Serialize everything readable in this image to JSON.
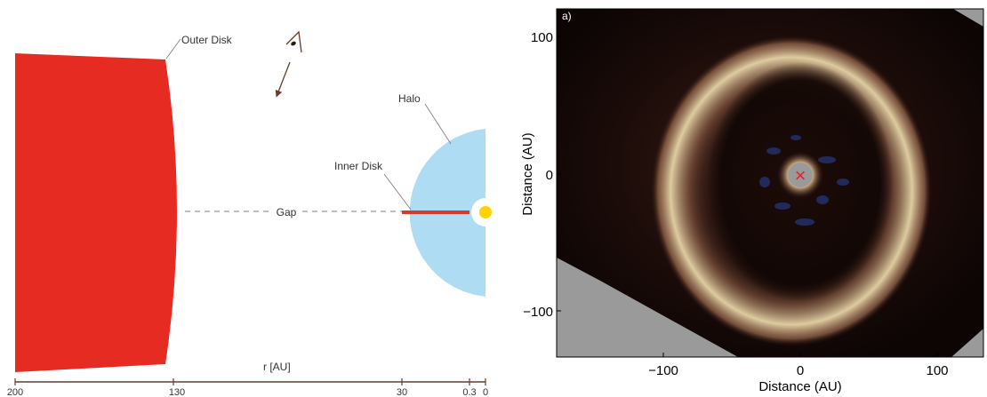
{
  "left_panel": {
    "labels": {
      "outer_disk": "Outer Disk",
      "halo": "Halo",
      "inner_disk": "Inner Disk",
      "gap": "Gap"
    },
    "axis": {
      "label": "r [AU]",
      "ticks": [
        "200",
        "130",
        "30",
        "0.3",
        "0"
      ]
    },
    "colors": {
      "outer_disk": "#e52b22",
      "inner_disk": "#d93a2b",
      "halo": "#aedcf3",
      "star": "#ffd200",
      "gap_line": "#999999",
      "axis": "#6b3a2e"
    }
  },
  "right_panel": {
    "panel_label": "a)",
    "xlabel": "Distance (AU)",
    "ylabel": "Distance (AU)",
    "xticks": [
      "−100",
      "0",
      "100"
    ],
    "yticks": [
      "100",
      "0",
      "−100"
    ],
    "center_marker": "×",
    "colors": {
      "background": "#120806",
      "ring": "#f3e6bf",
      "mask": "#9a9a9a",
      "marker": "#e8202a"
    }
  }
}
